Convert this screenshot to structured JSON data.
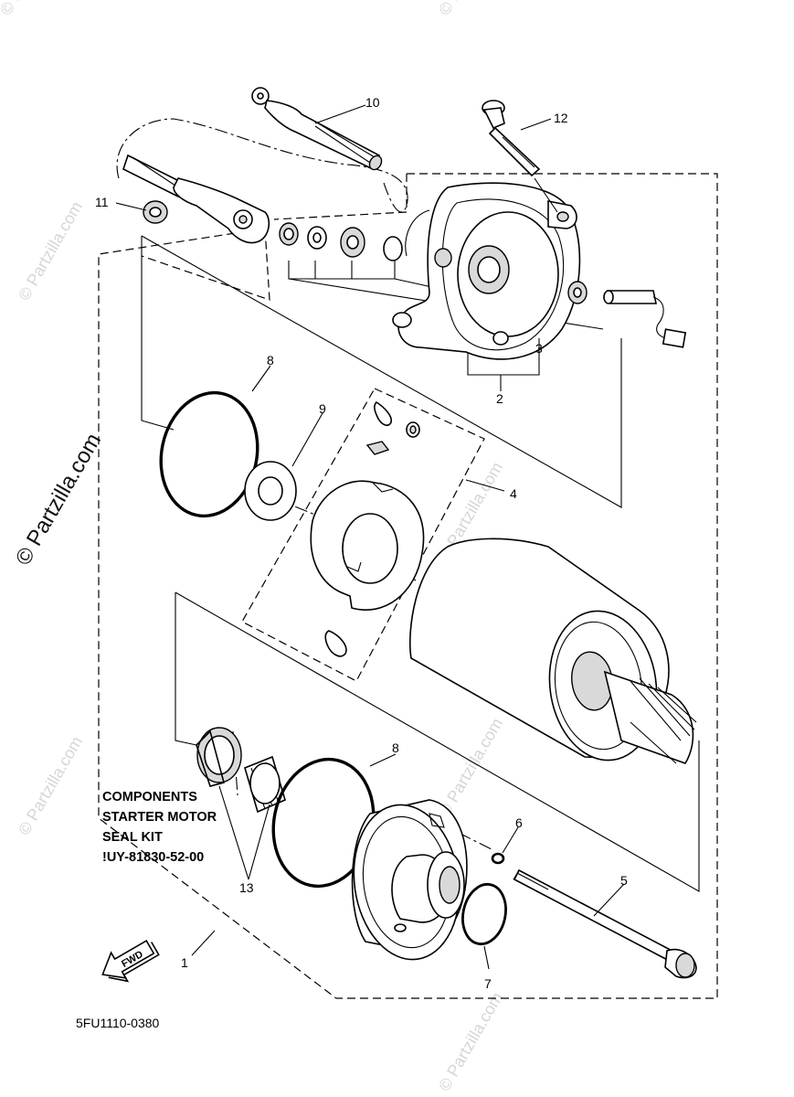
{
  "watermark": {
    "main": "© Partzilla.com",
    "faint": "© Partzilla.com"
  },
  "callouts": {
    "c1": "1",
    "c2": "2",
    "c3": "3",
    "c4": "4",
    "c5": "5",
    "c6": "6",
    "c7": "7",
    "c8a": "8",
    "c8b": "8",
    "c9": "9",
    "c10": "10",
    "c11": "11",
    "c12": "12",
    "c13": "13"
  },
  "kit_note": {
    "line1": "COMPONENTS",
    "line2": "STARTER MOTOR",
    "line3": "SEAL KIT",
    "line4": "!UY-81830-52-00"
  },
  "fwd_label": "FWD",
  "diagram_code": "5FU1110-0380"
}
